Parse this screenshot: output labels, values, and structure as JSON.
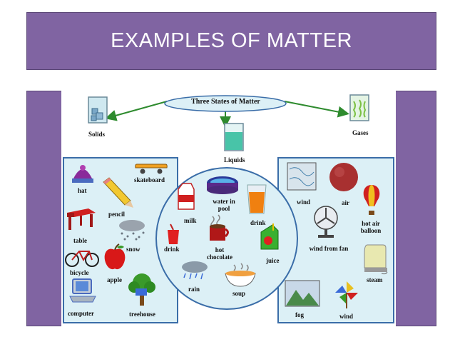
{
  "slide_title": "EXAMPLES OF MATTER",
  "diagram": {
    "center_title": "Three States of Matter",
    "states": {
      "solids": "Solids",
      "liquids": "Liquids",
      "gases": "Gases"
    },
    "solid_items": [
      "hat",
      "skateboard",
      "pencil",
      "table",
      "snow",
      "bicycle",
      "apple",
      "computer",
      "treehouse"
    ],
    "liquid_items": [
      "milk",
      "water in pool",
      "drink",
      "drink",
      "hot chocolate",
      "juice",
      "rain",
      "soup"
    ],
    "gas_items": [
      "wind",
      "air",
      "hot air balloon",
      "wind from fan",
      "steam",
      "fog",
      "wind"
    ],
    "colors": {
      "slide_purple": "#8064a2",
      "box_fill": "#dcf0f6",
      "box_border": "#3a6da8",
      "arrow": "#2e8b2e"
    }
  }
}
